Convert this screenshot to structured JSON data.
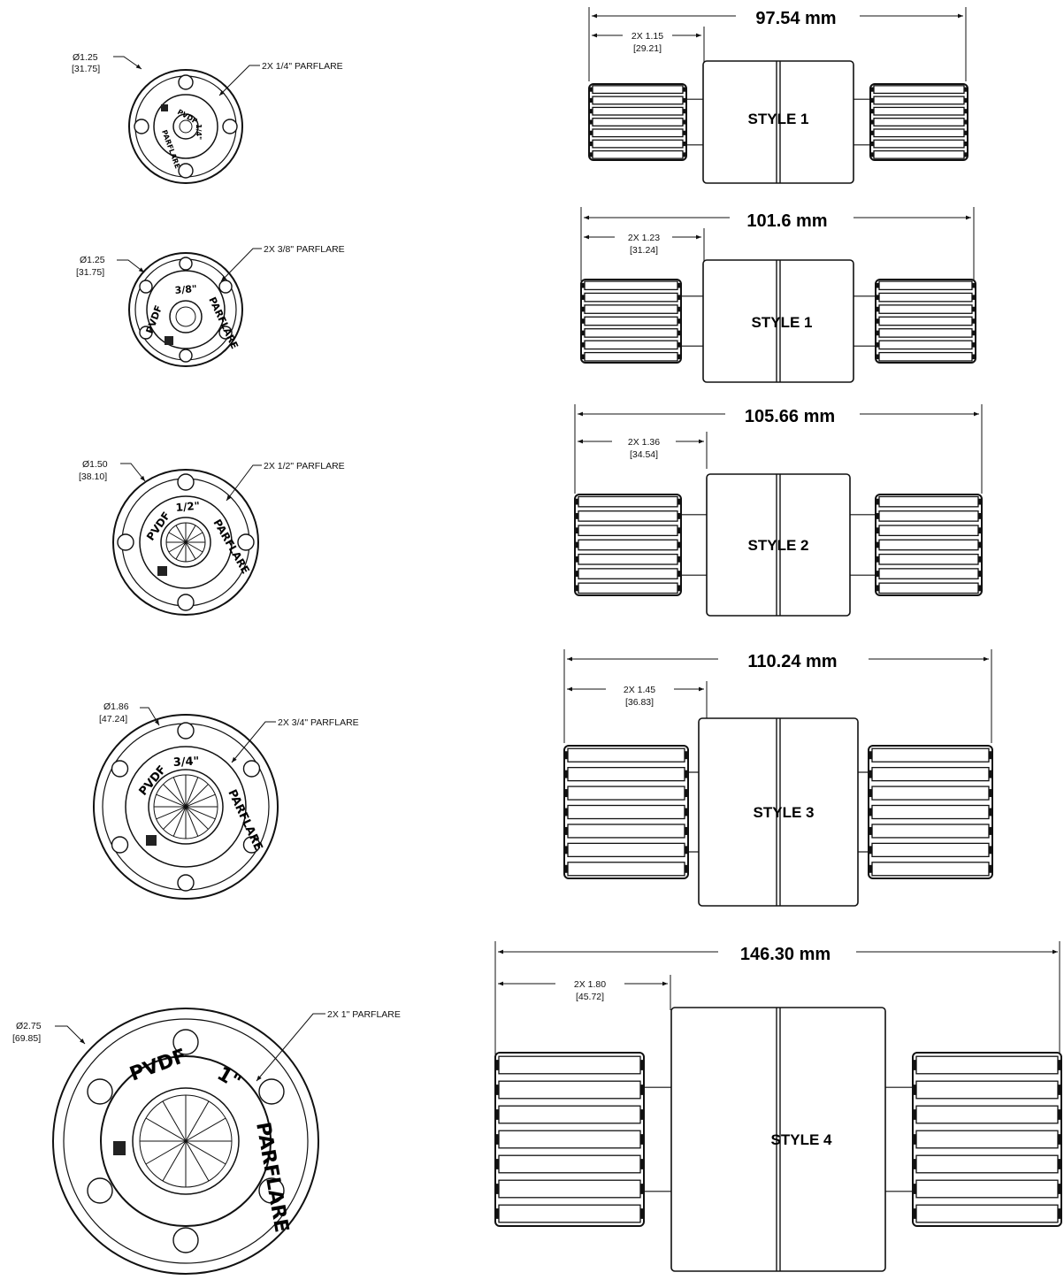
{
  "rows": [
    {
      "end_view": {
        "diameter": "Ø1.25",
        "diameter_mm": "[31.75]",
        "callout": "2X 1/4\" PARFLARE",
        "ring_material": "PVDF",
        "ring_size": "1/4\"",
        "ring_word": "PARFLARE"
      },
      "side_view": {
        "overall": "97.54 mm",
        "nut_dim": "2X 1.15",
        "nut_dim_mm": "[29.21]",
        "style": "STYLE 1"
      }
    },
    {
      "end_view": {
        "diameter": "Ø1.25",
        "diameter_mm": "[31.75]",
        "callout": "2X 3/8\" PARFLARE",
        "ring_material": "PVDF",
        "ring_size": "3/8\"",
        "ring_word": "PARFLARE"
      },
      "side_view": {
        "overall": "101.6 mm",
        "nut_dim": "2X 1.23",
        "nut_dim_mm": "[31.24]",
        "style": "STYLE 1"
      }
    },
    {
      "end_view": {
        "diameter": "Ø1.50",
        "diameter_mm": "[38.10]",
        "callout": "2X 1/2\" PARFLARE",
        "ring_material": "PVDF",
        "ring_size": "1/2\"",
        "ring_word": "PARFLARE"
      },
      "side_view": {
        "overall": "105.66 mm",
        "nut_dim": "2X 1.36",
        "nut_dim_mm": "[34.54]",
        "style": "STYLE 2"
      }
    },
    {
      "end_view": {
        "diameter": "Ø1.86",
        "diameter_mm": "[47.24]",
        "callout": "2X 3/4\" PARFLARE",
        "ring_material": "PVDF",
        "ring_size": "3/4\"",
        "ring_word": "PARFLARE"
      },
      "side_view": {
        "overall": "110.24 mm",
        "nut_dim": "2X 1.45",
        "nut_dim_mm": "[36.83]",
        "style": "STYLE 3"
      }
    },
    {
      "end_view": {
        "diameter": "Ø2.75",
        "diameter_mm": "[69.85]",
        "callout": "2X 1\" PARFLARE",
        "ring_material": "PVDF",
        "ring_size": "1\"",
        "ring_word": "PARFLARE"
      },
      "side_view": {
        "overall": "146.30 mm",
        "nut_dim": "2X 1.80",
        "nut_dim_mm": "[45.72]",
        "style": "STYLE 4"
      }
    }
  ]
}
